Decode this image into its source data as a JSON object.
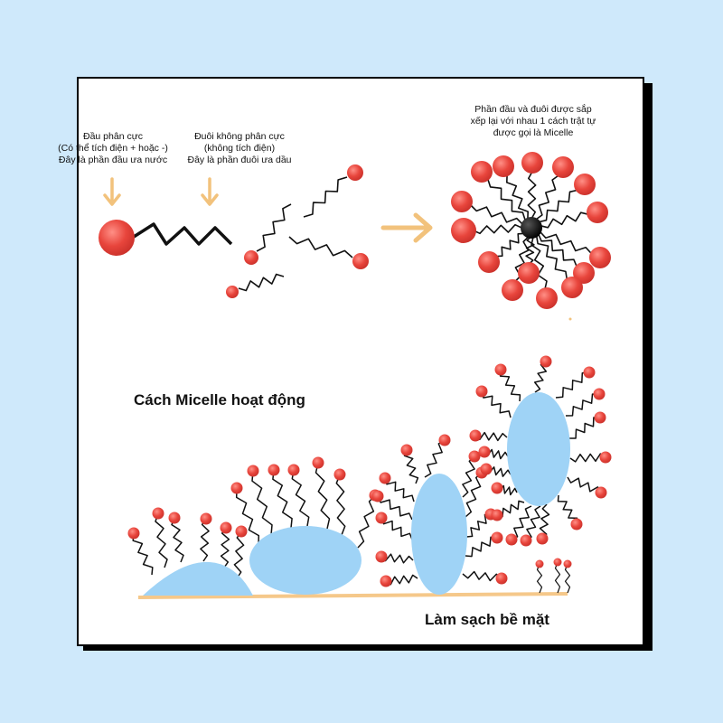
{
  "captions": {
    "polar_head": "Đầu phân cực\n(Có thể tích điện + hoặc -)\nĐây là phần đầu ưa nước",
    "nonpolar_tail": "Đuôi không phân cực\n(không tích điện)\nĐây là phần đuôi ưa dầu",
    "micelle": "Phần đầu và đuôi được sắp\nxếp lại với nhau 1 cách trật tự\nđược gọi là Micelle"
  },
  "headings": {
    "how_it_works": "Cách Micelle hoạt động",
    "surface_cleaning": "Làm sạch bề mặt"
  },
  "colors": {
    "background": "#cfe9fb",
    "head": "#e8453c",
    "oil": "#9fd3f6",
    "arrow": "#f2c27c",
    "surface": "#f5c88a",
    "tail": "#111111"
  }
}
